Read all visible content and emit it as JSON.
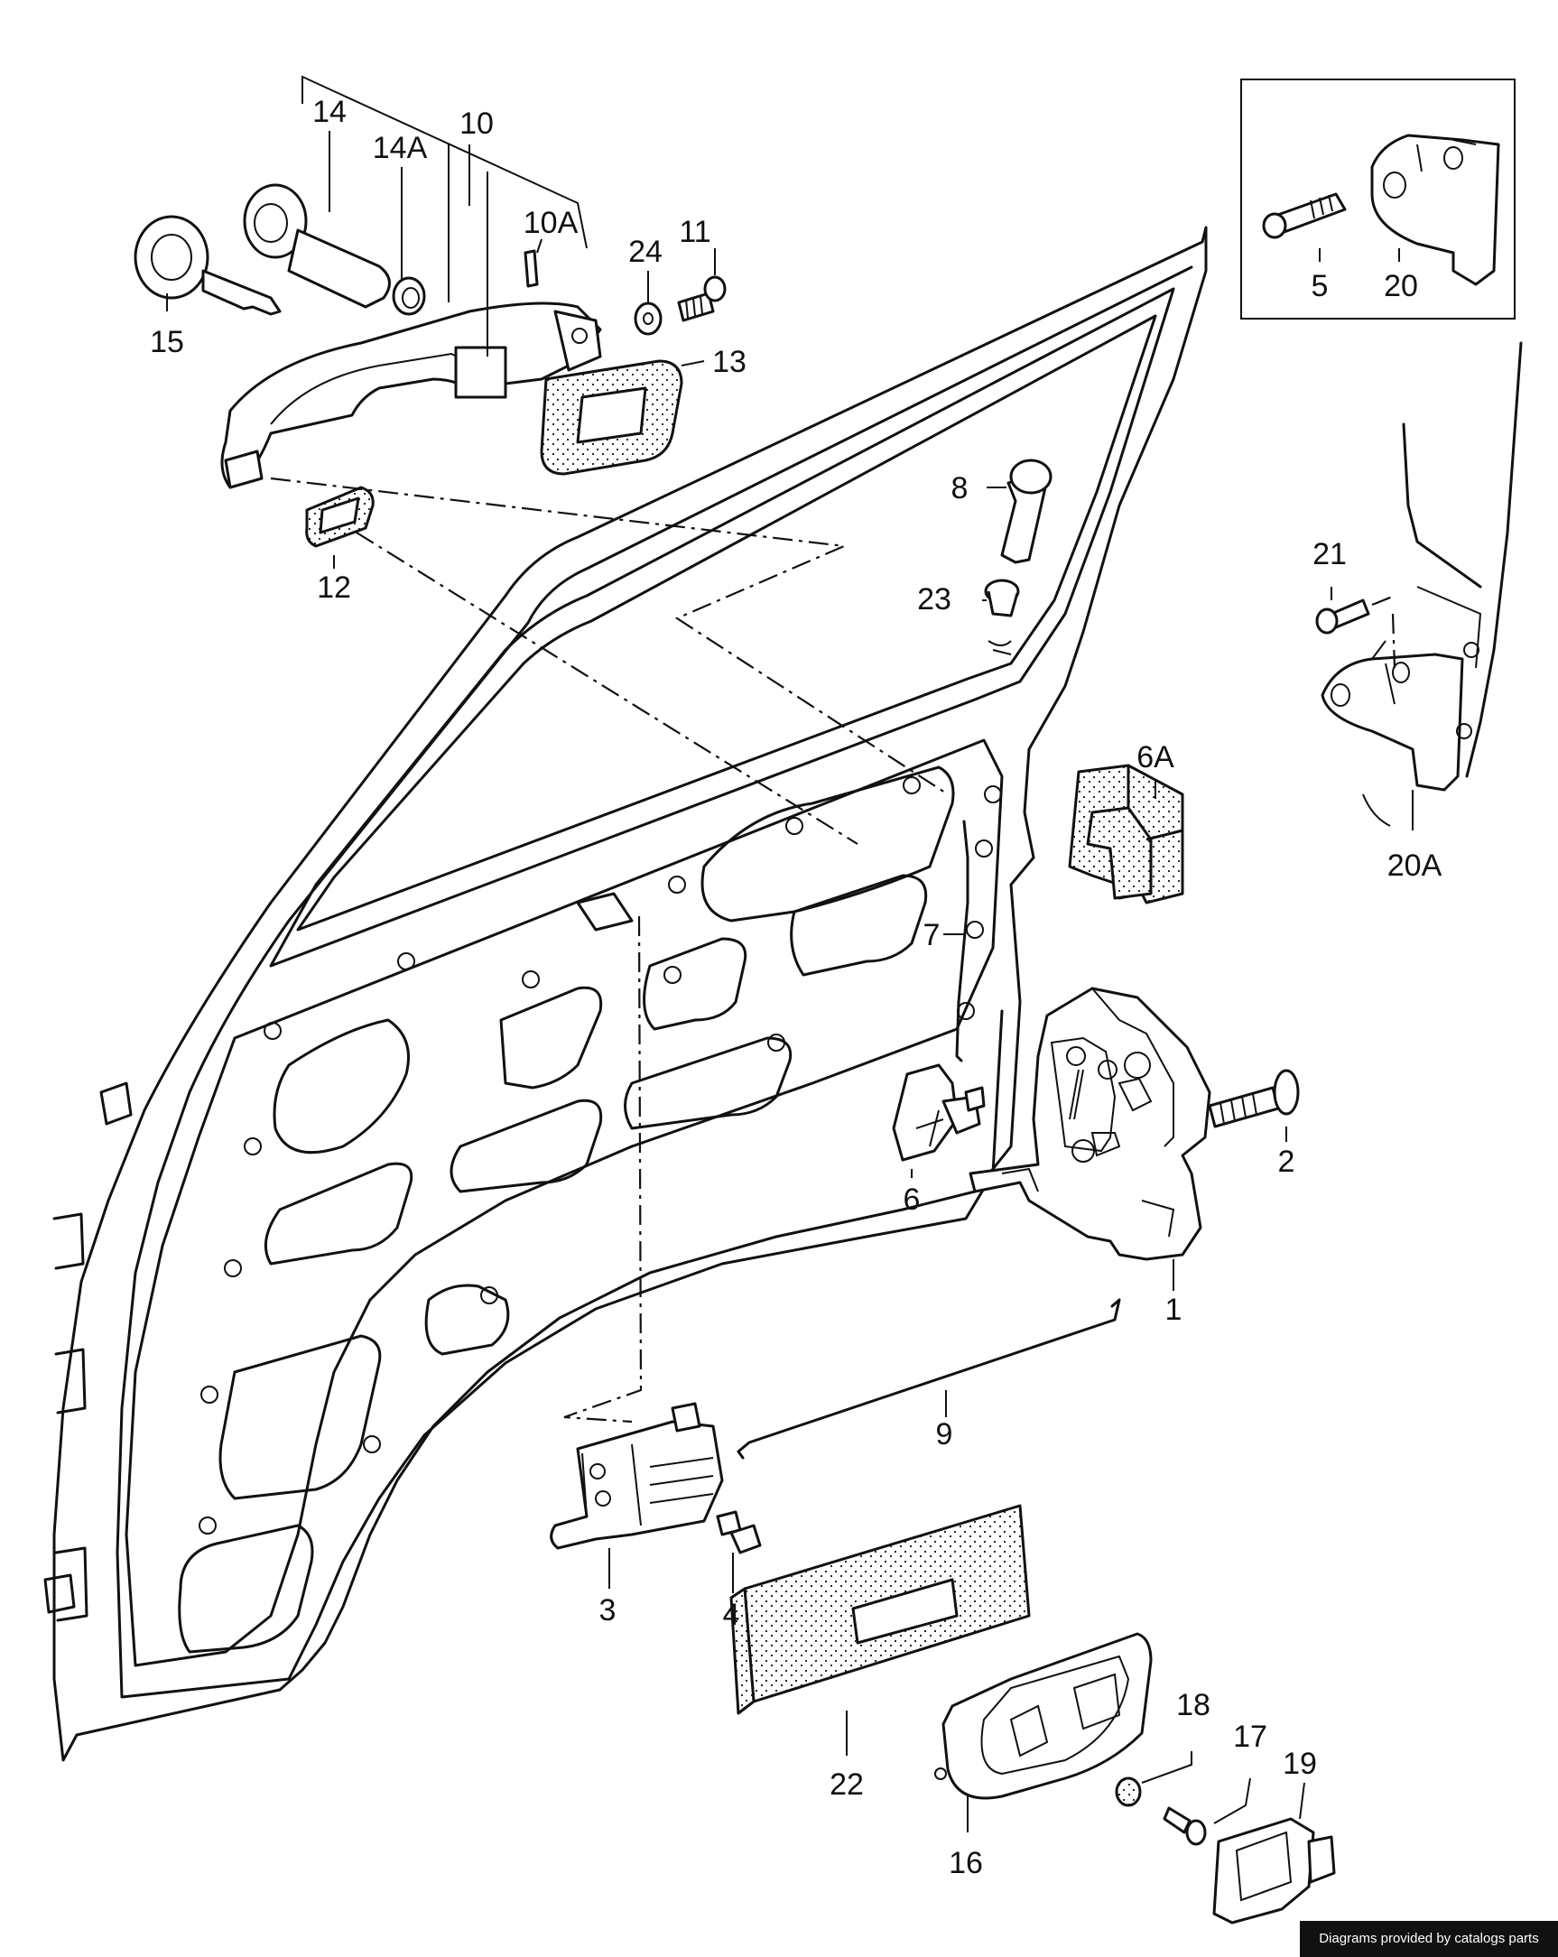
{
  "labels": {
    "l1": "1",
    "l2": "2",
    "l3": "3",
    "l4": "4",
    "l5": "5",
    "l6": "6",
    "l6a": "6A",
    "l7": "7",
    "l8": "8",
    "l9": "9",
    "l10": "10",
    "l10a": "10A",
    "l11": "11",
    "l12": "12",
    "l13": "13",
    "l14": "14",
    "l14a": "14A",
    "l15": "15",
    "l16": "16",
    "l17": "17",
    "l18": "18",
    "l19": "19",
    "l20": "20",
    "l20a": "20A",
    "l21": "21",
    "l22": "22",
    "l23": "23",
    "l24": "24"
  },
  "credit": "Diagrams provided by catalogs parts"
}
